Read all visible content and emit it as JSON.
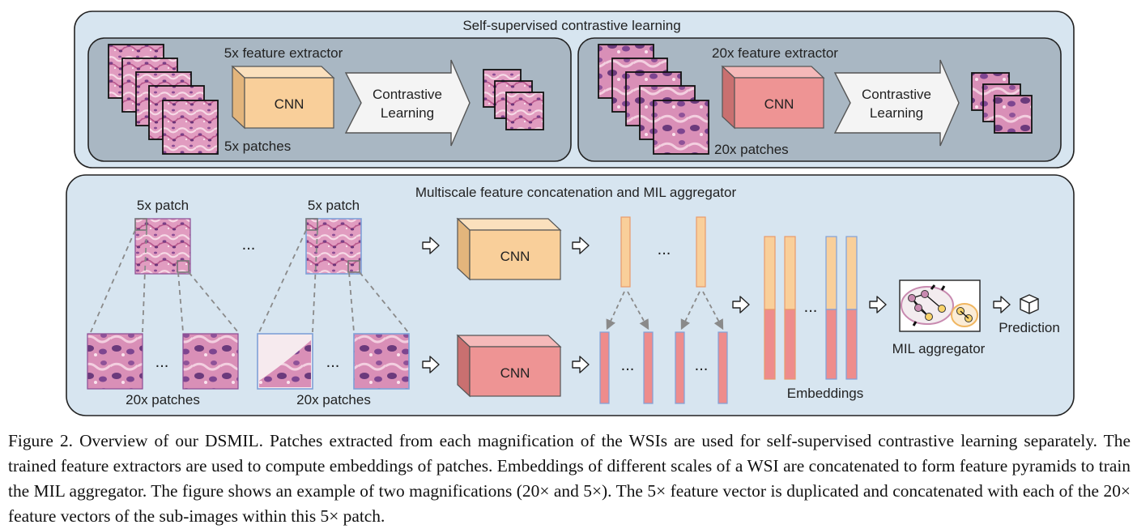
{
  "top_panel": {
    "title": "Self-supervised contrastive learning",
    "left": {
      "extractor_label": "5x feature extractor",
      "cnn_label": "CNN",
      "arrow_label_line1": "Contrastive",
      "arrow_label_line2": "Learning",
      "patches_label": "5x patches"
    },
    "right": {
      "extractor_label": "20x feature extractor",
      "cnn_label": "CNN",
      "arrow_label_line1": "Contrastive",
      "arrow_label_line2": "Learning",
      "patches_label": "20x patches"
    }
  },
  "bottom_panel": {
    "title": "Multiscale feature concatenation and MIL aggregator",
    "patch_label_1": "5x patch",
    "patch_label_2": "5x patch",
    "ellipsis": "...",
    "sub_patches_label_1": "20x patches",
    "sub_patches_label_2": "20x patches",
    "cnn_top_label": "CNN",
    "cnn_bottom_label": "CNN",
    "embeddings_label": "Embeddings",
    "aggregator_label": "MIL aggregator",
    "prediction_label": "Prediction"
  },
  "caption": "Figure 2. Overview of our DSMIL. Patches extracted from each magnification of the WSIs are used for self-supervised contrastive learning separately.  The trained feature extractors are used to compute embeddings of patches.  Embeddings of different scales of a WSI are concatenated to form feature pyramids to train the MIL aggregator. The figure shows an example of two magnifications (20× and 5×). The 5× feature vector is duplicated and concatenated with each of the 20× feature vectors of the sub-images within this 5× patch.",
  "colors": {
    "panel_fill": "#d7e5f0",
    "inner_fill": "#a9b7c3",
    "cnn_orange": "#f9cf9a",
    "cnn_red": "#ee9494",
    "tissue_pink": "#d46a9b",
    "tissue_purple": "#6b3c7d",
    "vector_orange": "#f9cf9a",
    "vector_red": "#ee8c8c"
  },
  "icons": {
    "tissue_patch": "tissue-patch-icon",
    "cube": "cube-icon",
    "arrow": "right-arrow-icon"
  }
}
